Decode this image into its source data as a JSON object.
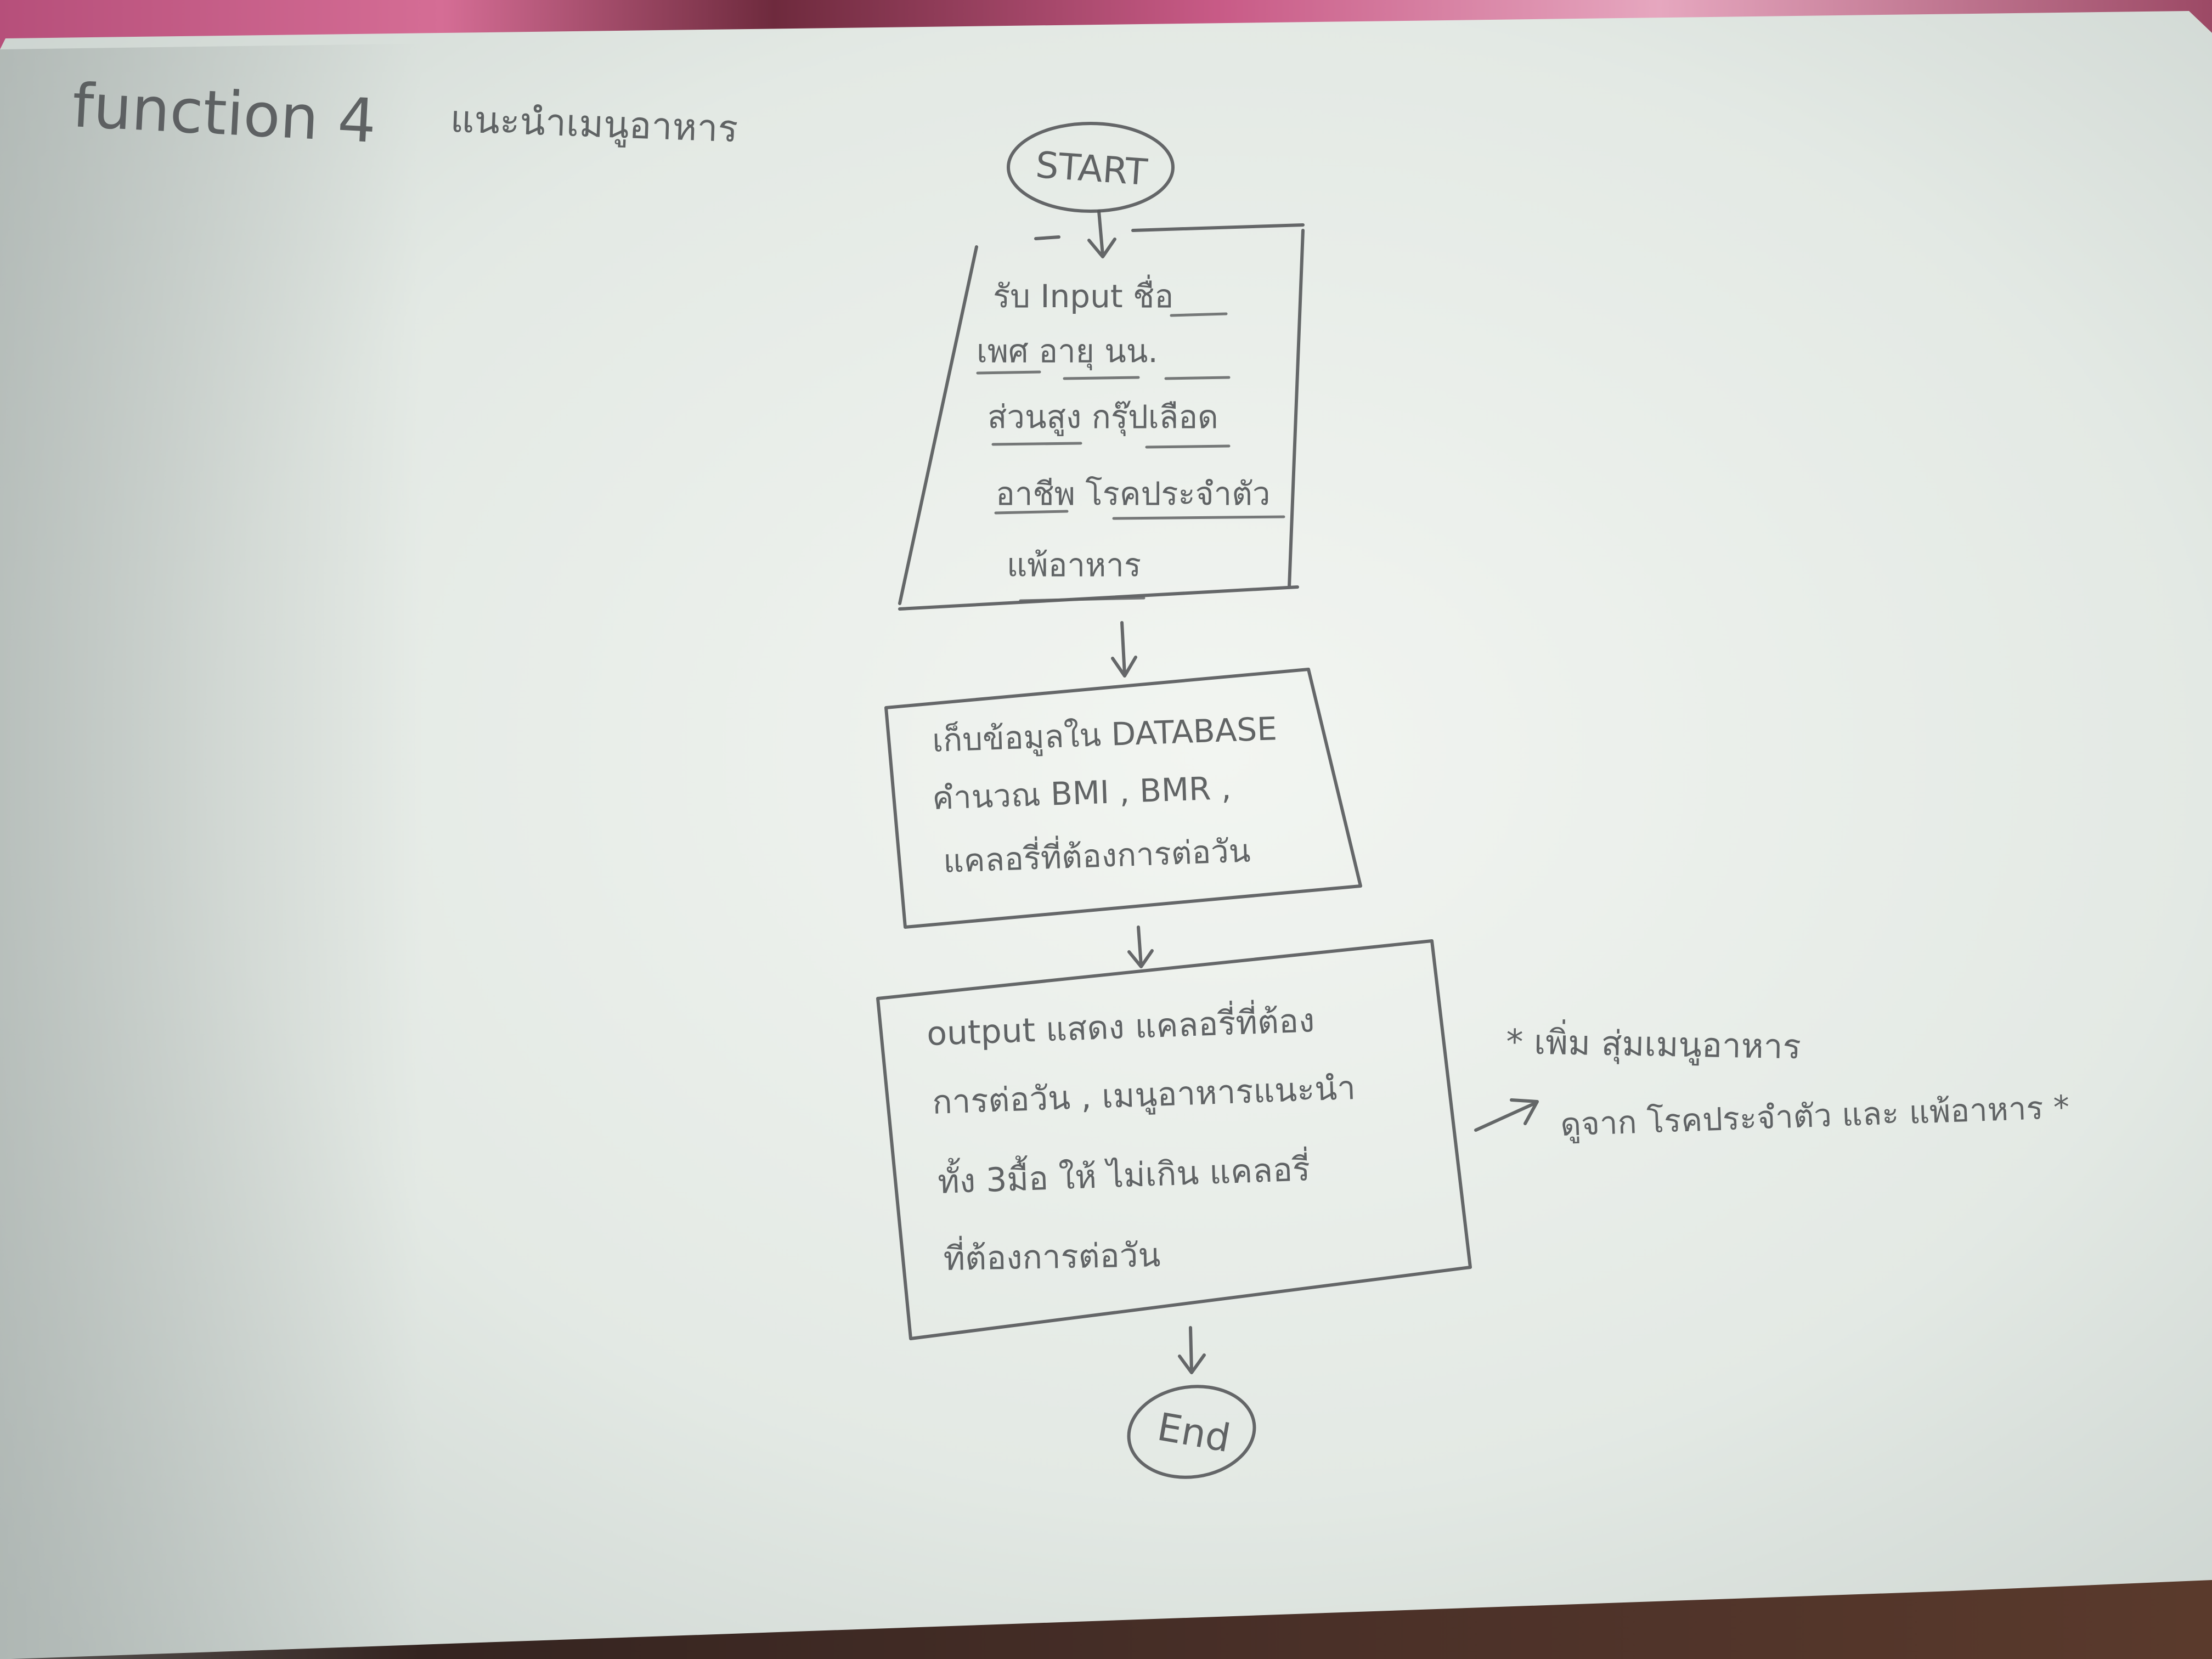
{
  "page": {
    "title": "function 4",
    "subtitle": "แนะนำเมนูอาหาร"
  },
  "flow": {
    "start": "START",
    "input": {
      "lines": [
        "รับ Input ชื่อ",
        "เพศ อายุ นน.",
        "ส่วนสูง กรุ๊ปเลือด",
        "อาชีพ โรคประจำตัว",
        "แพ้อาหาร"
      ]
    },
    "process": {
      "lines": [
        "เก็บข้อมูลใน DATABASE",
        "คำนวณ BMI , BMR ,",
        "แคลอรี่ที่ต้องการต่อวัน"
      ]
    },
    "output": {
      "lines": [
        "output แสดง แคลอรี่ที่ต้อง",
        "การต่อวัน , เมนูอาหารแนะนำ",
        "ทั้ง 3มื้อ ให้ ไม่เกิน แคลอรี่",
        "ที่ต้องการต่อวัน"
      ]
    },
    "end": "End"
  },
  "note": {
    "lines": [
      "* เพิ่ม สุ่มเมนูอาหาร",
      "ดูจาก โรคประจำตัว และ แพ้อาหาร *"
    ]
  },
  "colors": {
    "paper": "#e3e9e4",
    "ink": "#55585a",
    "backdrop": "#b64f7a"
  }
}
